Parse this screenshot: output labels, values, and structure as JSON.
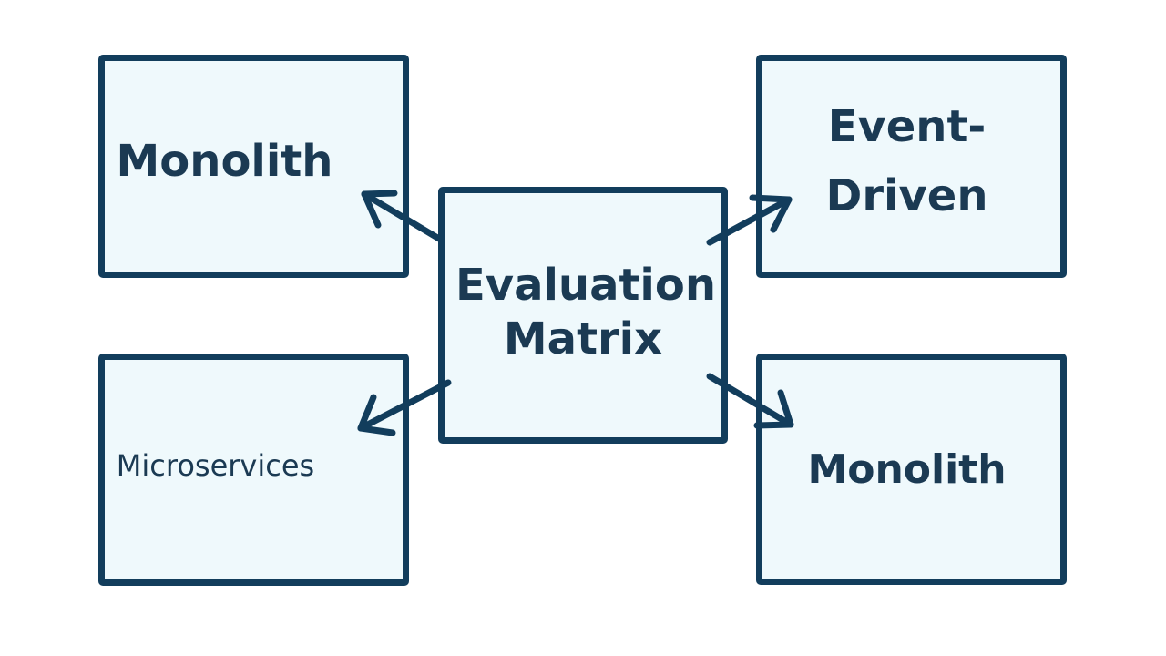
{
  "diagram": {
    "center": {
      "label": "Evaluation Matrix"
    },
    "nodes": {
      "top_left": {
        "label": "Monolith"
      },
      "top_right": {
        "label": "Event-Driven"
      },
      "bottom_left": {
        "label": "Microservices"
      },
      "bottom_right": {
        "label": "Monolith"
      }
    },
    "colors": {
      "border": "#123d5c",
      "fill": "#eff9fc",
      "text": "#1b3a53",
      "background": "#ffffff"
    }
  }
}
